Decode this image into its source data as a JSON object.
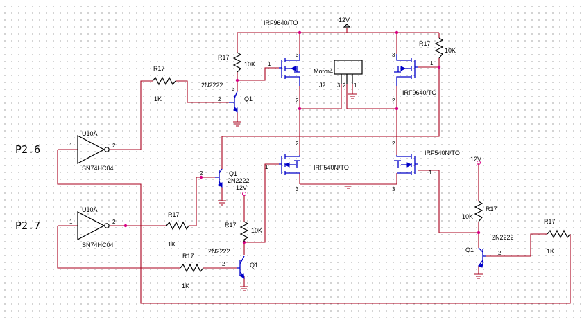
{
  "ports": {
    "p26": "P2.6",
    "p27": "P2.7"
  },
  "rails": {
    "v12_top": "12V",
    "v12_mid": "12V",
    "v12_right": "12V"
  },
  "motor": {
    "name": "Motor4",
    "ref": "J2"
  },
  "mosfets": {
    "ql": "IRF9640/TO",
    "qr": "IRF9640/TO",
    "nl": "IRF540N/TO",
    "nr": "IRF540N/TO"
  },
  "transistors": {
    "q1a": {
      "ref": "Q1",
      "part": "2N2222"
    },
    "q1b": {
      "ref": "Q1",
      "part": "2N2222"
    },
    "q1c": {
      "ref": "Q1",
      "part": "2N2222"
    },
    "q1d": {
      "ref": "Q1",
      "part": "2N2222"
    }
  },
  "resistors": {
    "pull_tl": {
      "ref": "R17",
      "value": "10K"
    },
    "pull_tr": {
      "ref": "R17",
      "value": "10K"
    },
    "pull_mid": {
      "ref": "R17",
      "value": "10K"
    },
    "pull_rt": {
      "ref": "R17",
      "value": "10K"
    },
    "base_a": {
      "ref": "R17",
      "value": "1K"
    },
    "base_b": {
      "ref": "R17",
      "value": "1K"
    },
    "base_c": {
      "ref": "R17",
      "value": "1K"
    },
    "base_d": {
      "ref": "R17",
      "value": "1K"
    }
  },
  "inverters": {
    "top": {
      "ref": "U10A",
      "part": "SN74HC04"
    },
    "bot": {
      "ref": "U10A",
      "part": "SN74HC04"
    }
  },
  "pins": {
    "one": "1",
    "two": "2",
    "three": "3"
  },
  "colors": {
    "wire": "#a8001c",
    "component": "#000000",
    "transistor": "#0000c8",
    "junction": "#d80084"
  }
}
